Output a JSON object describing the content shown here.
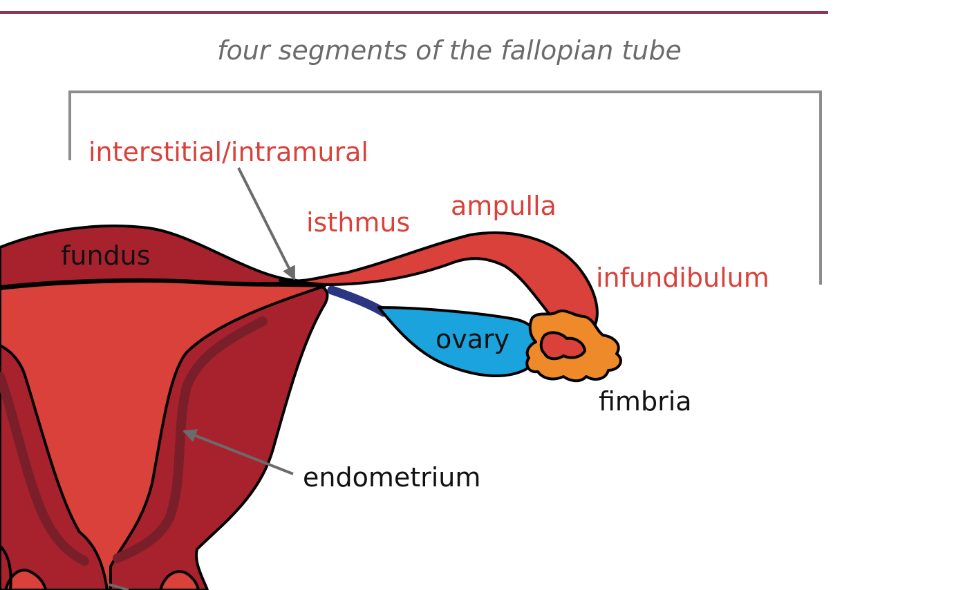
{
  "title": "four segments of the fallopian tube",
  "colors": {
    "rule": "#8b3553",
    "bracket": "#8c8c8c",
    "title_text": "#6b6b6b",
    "segment_label": "#d9413a",
    "structure_label": "#111111",
    "uterus_outer": "#a8222e",
    "uterus_inner": "#d9413a",
    "endometrium_stripe": "#7a1f2a",
    "tube": "#d9413a",
    "ovary": "#1aa3dc",
    "ligament": "#2c3580",
    "fimbria": "#ee8a2a",
    "arrow": "#6b6b6b",
    "outline": "#000000"
  },
  "segments": {
    "interstitial": "interstitial/intramural",
    "isthmus": "isthmus",
    "ampulla": "ampulla",
    "infundibulum": "infundibulum"
  },
  "structures": {
    "fundus": "fundus",
    "ovary": "ovary",
    "fimbria": "fimbria",
    "endometrium": "endometrium"
  }
}
